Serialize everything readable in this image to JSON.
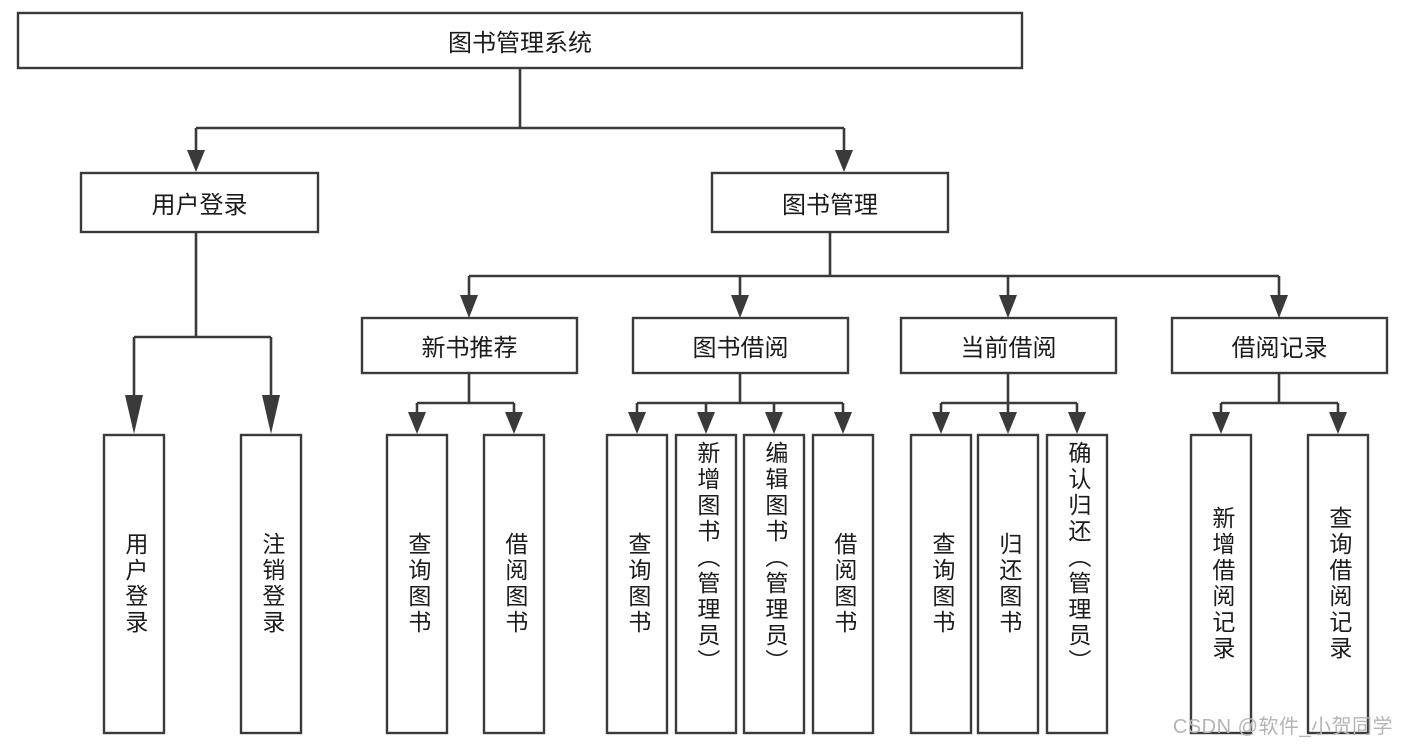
{
  "diagram": {
    "type": "tree-hierarchy",
    "title": "图书管理系统",
    "watermark": "CSDN @软件_小贺同学",
    "colors": {
      "box_stroke": "#3a3a3a",
      "box_fill": "#ffffff",
      "text": "#1b1b1b",
      "connector": "#3a3a3a",
      "watermark": "#b4b4b4",
      "background": "#ffffff"
    },
    "root": {
      "id": "root",
      "label": "图书管理系统",
      "orientation": "horizontal"
    },
    "level2": [
      {
        "id": "user-login",
        "label": "用户登录",
        "orientation": "horizontal"
      },
      {
        "id": "book-management",
        "label": "图书管理",
        "orientation": "horizontal"
      }
    ],
    "level3": [
      {
        "id": "new-book-recommend",
        "label": "新书推荐",
        "parent": "book-management",
        "orientation": "horizontal"
      },
      {
        "id": "book-borrow",
        "label": "图书借阅",
        "parent": "book-management",
        "orientation": "horizontal"
      },
      {
        "id": "current-borrow",
        "label": "当前借阅",
        "parent": "book-management",
        "orientation": "horizontal"
      },
      {
        "id": "borrow-record",
        "label": "借阅记录",
        "parent": "book-management",
        "orientation": "horizontal"
      }
    ],
    "leaves": [
      {
        "id": "leaf-user-login",
        "label": "用户登录",
        "parent": "user-login",
        "orientation": "vertical"
      },
      {
        "id": "leaf-user-logout",
        "label": "注销登录",
        "parent": "user-login",
        "orientation": "vertical"
      },
      {
        "id": "leaf-query-book-1",
        "label": "查询图书",
        "parent": "new-book-recommend",
        "orientation": "vertical"
      },
      {
        "id": "leaf-borrow-book-1",
        "label": "借阅图书",
        "parent": "new-book-recommend",
        "orientation": "vertical"
      },
      {
        "id": "leaf-query-book-2",
        "label": "查询图书",
        "parent": "book-borrow",
        "orientation": "vertical"
      },
      {
        "id": "leaf-add-book",
        "label": "新增图书（管理员）",
        "parent": "book-borrow",
        "orientation": "vertical"
      },
      {
        "id": "leaf-edit-book",
        "label": "编辑图书（管理员）",
        "parent": "book-borrow",
        "orientation": "vertical"
      },
      {
        "id": "leaf-borrow-book-2",
        "label": "借阅图书",
        "parent": "book-borrow",
        "orientation": "vertical"
      },
      {
        "id": "leaf-query-book-3",
        "label": "查询图书",
        "parent": "current-borrow",
        "orientation": "vertical"
      },
      {
        "id": "leaf-return-book",
        "label": "归还图书",
        "parent": "current-borrow",
        "orientation": "vertical"
      },
      {
        "id": "leaf-confirm-return",
        "label": "确认归还（管理员）",
        "parent": "current-borrow",
        "orientation": "vertical"
      },
      {
        "id": "leaf-add-record",
        "label": "新增借阅记录",
        "parent": "borrow-record",
        "orientation": "vertical"
      },
      {
        "id": "leaf-query-record",
        "label": "查询借阅记录",
        "parent": "borrow-record",
        "orientation": "vertical"
      }
    ]
  }
}
